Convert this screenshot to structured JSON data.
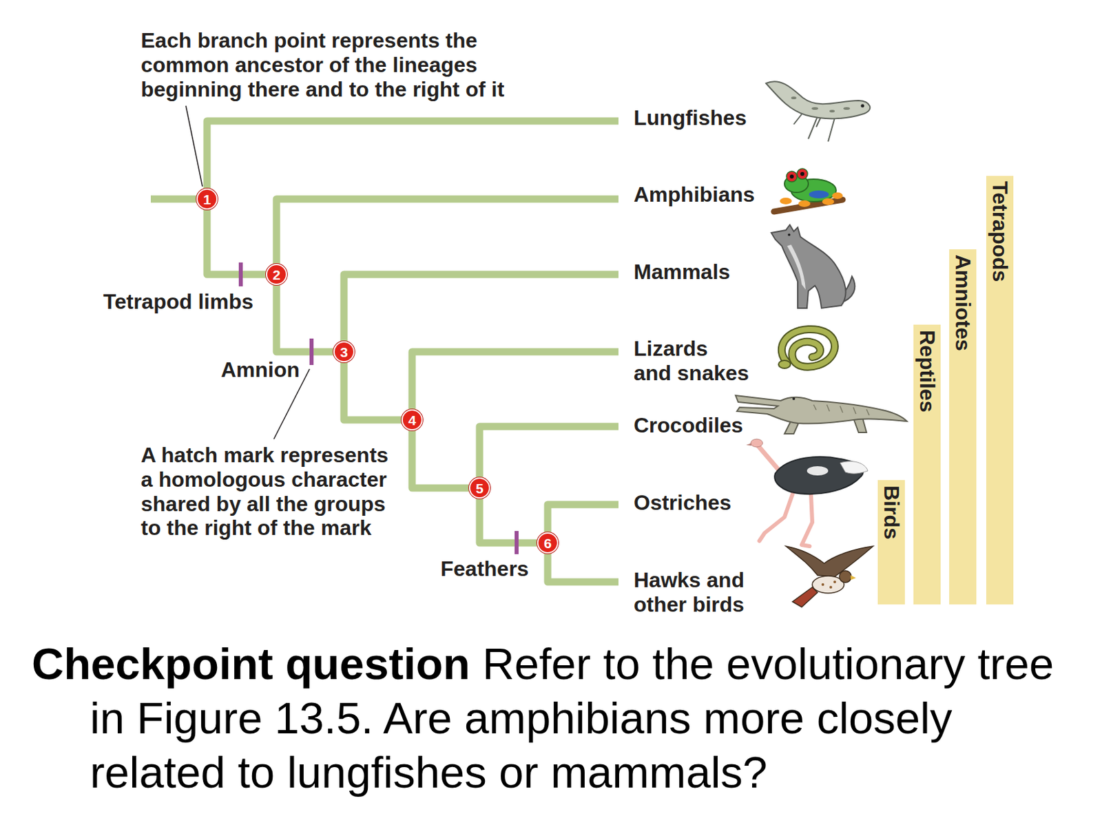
{
  "diagram": {
    "title": "Checkpoint question",
    "caption": "Refer to the evolutionary tree in Figure 13.5. Are amphibians more closely related to lungfishes or mammals?",
    "nodes": [
      {
        "text": [
          "1"
        ]
      },
      {
        "text": [
          "2"
        ]
      },
      {
        "text": [
          "3"
        ]
      },
      {
        "text": [
          "4"
        ]
      },
      {
        "text": [
          "5"
        ]
      },
      {
        "text": [
          "6"
        ]
      },
      {
        "text": [
          "Birds"
        ]
      },
      {
        "text": [
          "Reptiles"
        ]
      },
      {
        "text": [
          "Amniotes"
        ]
      },
      {
        "text": [
          "Tetrapods"
        ]
      }
    ],
    "edges": [
      {
        "from": 0,
        "to": 1,
        "arrow": "none"
      },
      {
        "from": 1,
        "to": 2,
        "arrow": "none"
      },
      {
        "from": 2,
        "to": 3,
        "arrow": "none"
      },
      {
        "from": 3,
        "to": 4,
        "arrow": "none"
      },
      {
        "from": 4,
        "to": 5,
        "arrow": "none"
      }
    ],
    "labels": [
      "Each branch point represents the common ancestor of the lineages beginning there and to the right of it",
      "Lungfishes",
      "Amphibians",
      "Mammals",
      "Lizards and snakes",
      "Crocodiles",
      "Ostriches",
      "Hawks and other birds",
      "Tetrapod limbs",
      "Amnion",
      "A hatch mark represents a homologous character shared by all the groups to the right of the mark",
      "Feathers"
    ]
  }
}
